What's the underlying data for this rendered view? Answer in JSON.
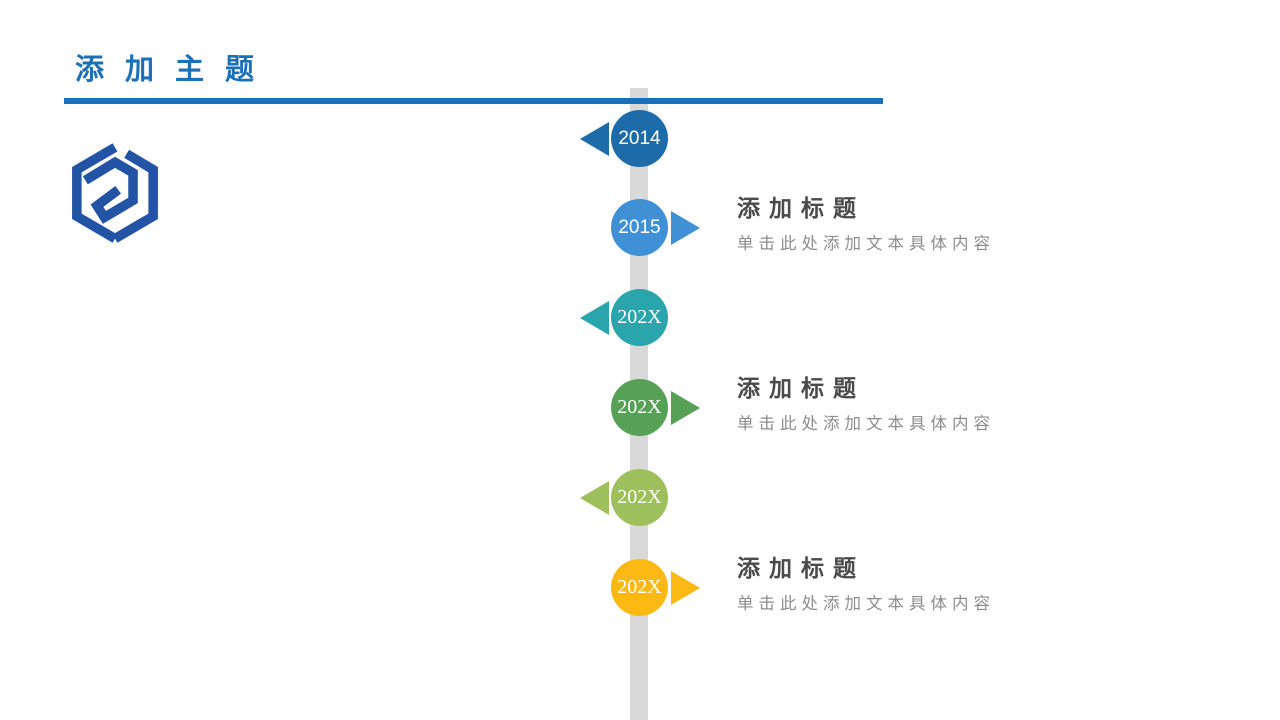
{
  "header": {
    "title": "添加主题",
    "title_color": "#1b70b8",
    "underline_color": "#1b70b8"
  },
  "logo": {
    "icon": "hexagon-knot-logo",
    "color": "#2353a4"
  },
  "timeline": {
    "bar_color": "#d9d9d9",
    "title_text_color": "#4a4a4a",
    "desc_text_color": "#8c8c8c",
    "milestones": [
      {
        "year": "2014",
        "color": "#1d6ca9",
        "side": "left",
        "font": "sans",
        "title": "",
        "desc": ""
      },
      {
        "year": "2015",
        "color": "#3f90d5",
        "side": "right",
        "font": "sans",
        "title": "添加标题",
        "desc": "单击此处添加文本具体内容"
      },
      {
        "year": "202X",
        "color": "#2aa5ab",
        "side": "left",
        "font": "serif",
        "title": "",
        "desc": ""
      },
      {
        "year": "202X",
        "color": "#57a156",
        "side": "right",
        "font": "serif",
        "title": "添加标题",
        "desc": "单击此处添加文本具体内容"
      },
      {
        "year": "202X",
        "color": "#9ec05c",
        "side": "left",
        "font": "serif",
        "title": "",
        "desc": ""
      },
      {
        "year": "202X",
        "color": "#fdb913",
        "side": "right",
        "font": "serif",
        "title": "添加标题",
        "desc": "单击此处添加文本具体内容"
      }
    ]
  }
}
